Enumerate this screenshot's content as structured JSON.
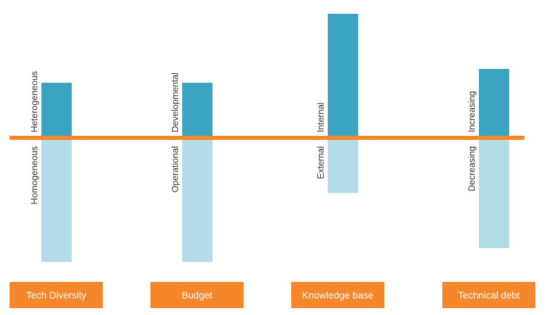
{
  "colors": {
    "upper": "#3ba5c1",
    "lower": "#b2dde8",
    "axis": "#f5862a",
    "label_bg": "#f5862a",
    "label_text": "#ffffff"
  },
  "chart_data": {
    "type": "bar",
    "title": "",
    "xlabel": "",
    "ylabel": "",
    "categories": [
      "Tech Diversity",
      "Budget",
      "Knowledge base",
      "Technical debt"
    ],
    "series": [
      {
        "values": [
          0.4,
          0.4,
          0.9,
          0.5
        ],
        "labels": [
          "Heterogeneous",
          "Developmental",
          "Internal",
          "Increasing"
        ]
      },
      {
        "values": [
          -0.9,
          -0.9,
          -0.4,
          -0.8
        ],
        "labels": [
          "Homogeneous",
          "Operational",
          "External",
          "Decreasing"
        ]
      }
    ],
    "ylim": [
      -1,
      1
    ],
    "grid": false,
    "legend": "none"
  }
}
